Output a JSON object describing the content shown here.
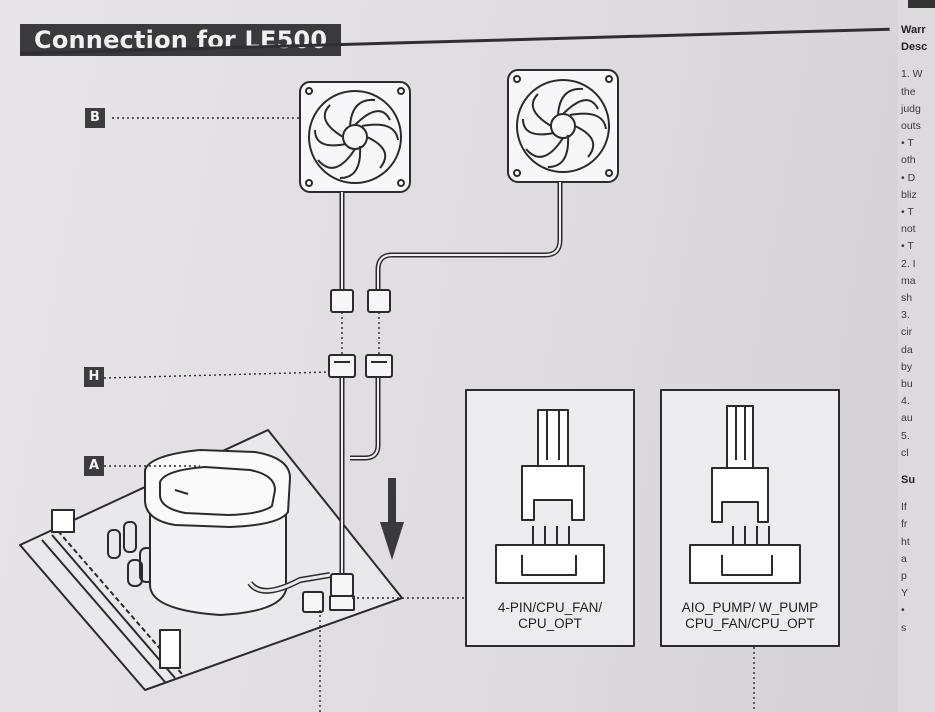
{
  "title": "Connection  for LE500",
  "markers": {
    "b": "B",
    "h": "H",
    "a": "A"
  },
  "connector_captions": {
    "left": {
      "line1": "4-PIN/CPU_FAN/",
      "line2": "CPU_OPT"
    },
    "right": {
      "line1": "AIO_PUMP/ W_PUMP",
      "line2": "CPU_FAN/CPU_OPT"
    }
  },
  "right_column": {
    "lines": [
      "Warr",
      "Desc",
      "",
      "1. W",
      "the",
      "judg",
      "outs",
      "• T",
      "oth",
      "• D",
      "bliz",
      "• T",
      "not",
      "• T",
      "2. I",
      "ma",
      "sh",
      "3.",
      "cir",
      "da",
      "by",
      "bu",
      "4.",
      "au",
      "5.",
      "cl",
      "",
      "Su",
      "",
      "If",
      "fr",
      "ht",
      "a",
      "p",
      "Y",
      "•",
      "s"
    ]
  },
  "colors": {
    "banner_bg": "#3a393d",
    "line": "#2b2a2e",
    "paper": "#e4e2e4"
  }
}
